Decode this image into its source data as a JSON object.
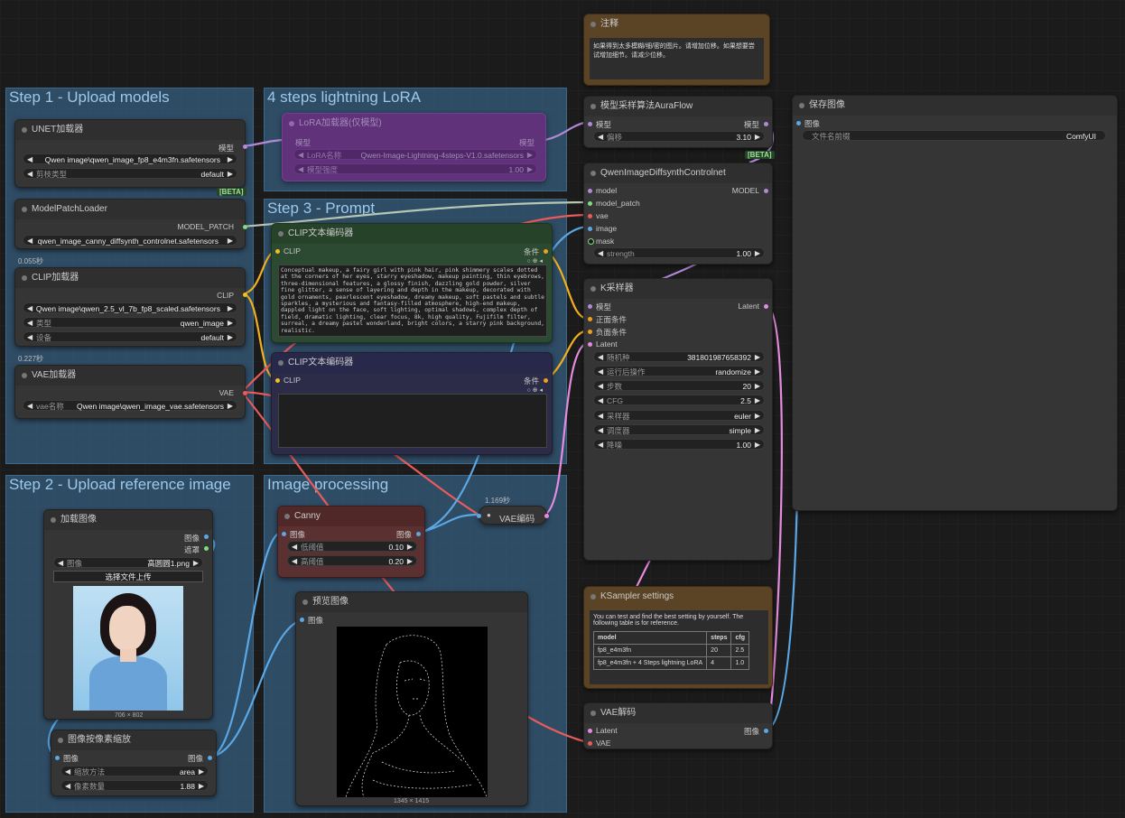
{
  "groups": {
    "step1": "Step 1 - Upload models",
    "lora": "4 steps lightning LoRA",
    "step3": "Step 3 - Prompt",
    "step2": "Step 2 - Upload reference image",
    "imgproc": "Image processing"
  },
  "unet": {
    "title": "UNET加载器",
    "out": "模型",
    "model": "Qwen image\\qwen_image_fp8_e4m3fn.safetensors",
    "dtype_label": "剪枝类型",
    "dtype": "default"
  },
  "beta": "[BETA]",
  "patch": {
    "title": "ModelPatchLoader",
    "out": "MODEL_PATCH",
    "value": "qwen_image_canny_diffsynth_controlnet.safetensors"
  },
  "timers": {
    "t1": "0.055秒",
    "t2": "0.227秒",
    "t3": "1.169秒"
  },
  "clip_loader": {
    "title": "CLIP加载器",
    "out": "CLIP",
    "name": "Qwen image\\qwen_2.5_vl_7b_fp8_scaled.safetensors",
    "type_label": "类型",
    "type": "qwen_image",
    "device_label": "设备",
    "device": "default"
  },
  "vae_loader": {
    "title": "VAE加载器",
    "out": "VAE",
    "name_label": "vae名称",
    "name": "Qwen image\\qwen_image_vae.safetensors"
  },
  "lora": {
    "title": "LoRA加载器(仅模型)",
    "in": "模型",
    "out": "模型",
    "name_label": "LoRA名称",
    "name": "Qwen-Image-Lightning-4steps-V1.0.safetensors",
    "strength_label": "模型强度",
    "strength": "1.00"
  },
  "clip_pos": {
    "title": "CLIP文本编码器",
    "in": "CLIP",
    "out": "条件",
    "text": "Conceptual makeup, a fairy girl with pink hair, pink shimmery scales dotted at the corners of her eyes, starry eyeshadow, makeup painting, thin eyebrows, three-dimensional features, a glossy finish, dazzling gold powder, silver fine glitter, a sense of layering and depth in the makeup, decorated with gold ornaments, pearlescent eyeshadow, dreamy makeup, soft pastels and subtle sparkles, a mysterious and fantasy-filled atmosphere, high-end makeup, dappled light on the face, soft lighting, optimal shadows, complex depth of field, dramatic lighting, clear focus, 8k, high quality, Fujifilm filter, surreal, a dreamy pastel wonderland, bright colors, a starry pink background, realistic."
  },
  "clip_neg": {
    "title": "CLIP文本编码器",
    "in": "CLIP",
    "out": "条件",
    "text": ""
  },
  "load_image": {
    "title": "加载图像",
    "out1": "图像",
    "out2": "遮罩",
    "img_label": "图像",
    "img": "高圆圆1.png",
    "upload": "选择文件上传",
    "size": "706 × 802"
  },
  "scale": {
    "title": "图像按像素缩放",
    "in": "图像",
    "out": "图像",
    "method_label": "缩放方法",
    "method": "area",
    "mp_label": "像素数量",
    "mp": "1.88"
  },
  "canny": {
    "title": "Canny",
    "in": "图像",
    "out": "图像",
    "low_label": "低阈值",
    "low": "0.10",
    "high_label": "高阈值",
    "high": "0.20"
  },
  "preview": {
    "title": "预览图像",
    "in": "图像",
    "size": "1345 × 1415"
  },
  "vae_encode": {
    "title": "VAE编码"
  },
  "note1": {
    "title": "注释",
    "text": "如果得到太多模糊/细/密的图片。请增加位移。如果想要尝试增加细节。请减少位移。"
  },
  "aura": {
    "title": "模型采样算法AuraFlow",
    "in": "模型",
    "out": "模型",
    "shift_label": "偏移",
    "shift": "3.10"
  },
  "diffsynth": {
    "title": "QwenImageDiffsynthControlnet",
    "in_model": "model",
    "in_patch": "model_patch",
    "in_vae": "vae",
    "in_image": "image",
    "in_mask": "mask",
    "out": "MODEL",
    "strength_label": "strength",
    "strength": "1.00"
  },
  "ksampler": {
    "title": "K采样器",
    "in_model": "模型",
    "in_pos": "正面条件",
    "in_neg": "负面条件",
    "in_latent": "Latent",
    "out": "Latent",
    "widgets": [
      {
        "label": "随机种",
        "value": "381801987658392"
      },
      {
        "label": "运行后操作",
        "value": "randomize"
      },
      {
        "label": "步数",
        "value": "20"
      },
      {
        "label": "CFG",
        "value": "2.5"
      },
      {
        "label": "采样器",
        "value": "euler"
      },
      {
        "label": "调度器",
        "value": "simple"
      },
      {
        "label": "降噪",
        "value": "1.00"
      }
    ]
  },
  "save": {
    "title": "保存图像",
    "in": "图像",
    "prefix_label": "文件名前缀",
    "prefix": "ComfyUI"
  },
  "ks_note": {
    "title": "KSampler settings",
    "text": "You can test and find the best setting by yourself. The following table is for reference.",
    "table": [
      [
        "model",
        "steps",
        "cfg"
      ],
      [
        "fp8_e4m3fn",
        "20",
        "2.5"
      ],
      [
        "fp8_e4m3fn + 4 Steps lightning LoRA",
        "4",
        "1.0"
      ]
    ]
  },
  "vae_decode": {
    "title": "VAE解码",
    "in1": "Latent",
    "in2": "VAE",
    "out": "图像"
  }
}
